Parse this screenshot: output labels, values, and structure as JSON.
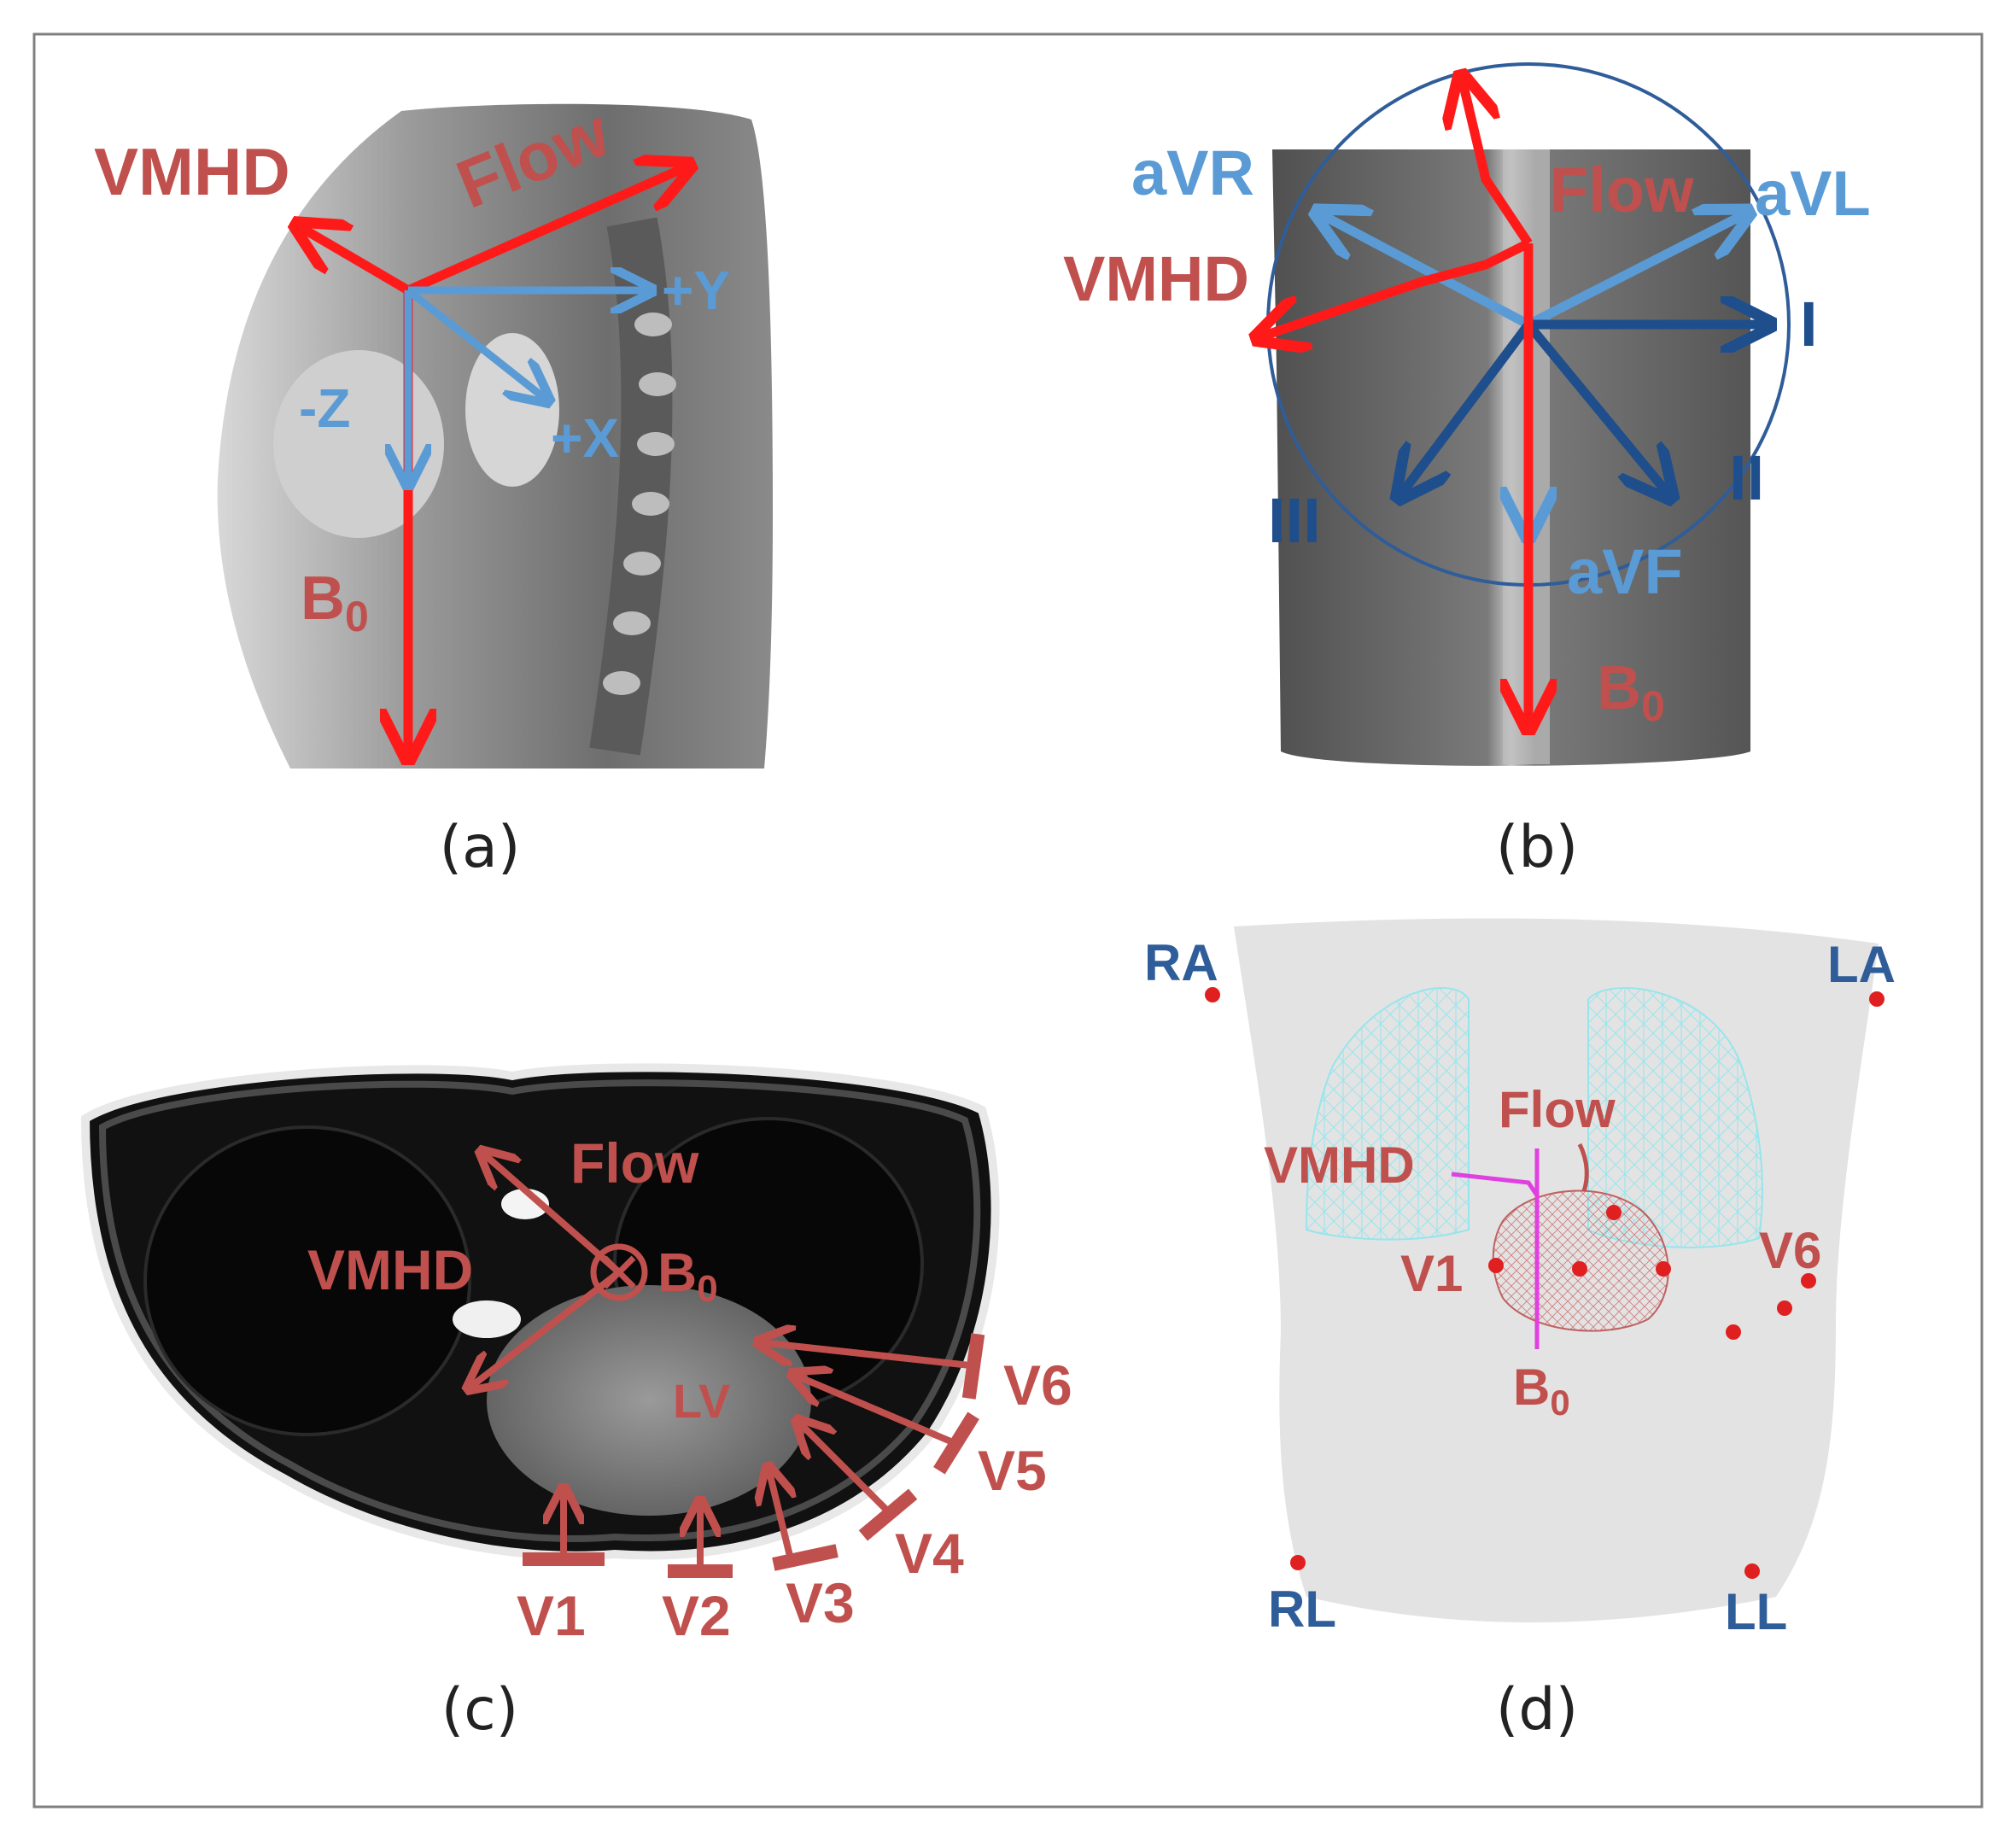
{
  "panels": {
    "a": {
      "caption": "(a)",
      "labels": {
        "vmhd": "VMHD",
        "flow": "Flow",
        "plus_y": "+Y",
        "minus_z": "-Z",
        "plus_x": "+X",
        "b0_main": "B",
        "b0_sub": "0"
      }
    },
    "b": {
      "caption": "(b)",
      "labels": {
        "avr": "aVR",
        "avl": "aVL",
        "flow": "Flow",
        "vmhd": "VMHD",
        "lead_i": "I",
        "lead_ii": "II",
        "lead_iii": "III",
        "avf": "aVF",
        "b0_main": "B",
        "b0_sub": "0"
      }
    },
    "c": {
      "caption": "(c)",
      "labels": {
        "flow": "Flow",
        "vmhd": "VMHD",
        "b0_main": "B",
        "b0_sub": "0",
        "lv": "LV",
        "v1": "V1",
        "v2": "V2",
        "v3": "V3",
        "v4": "V4",
        "v5": "V5",
        "v6": "V6"
      }
    },
    "d": {
      "caption": "(d)",
      "labels": {
        "ra": "RA",
        "la": "LA",
        "rl": "RL",
        "ll": "LL",
        "flow": "Flow",
        "vmhd": "VMHD",
        "v1": "V1",
        "v6": "V6",
        "b0_main": "B",
        "b0_sub": "0"
      }
    }
  },
  "colors": {
    "red_arrow": "#ff1a1a",
    "red_label": "#c0504d",
    "light_blue": "#5b9bd5",
    "dark_blue": "#1f4e8c",
    "electrode_red": "#e02020",
    "vector_magenta": "#e040e0",
    "lung_cyan": "#7fe0e8",
    "torso_gray": "#e3e3e3",
    "frame_gray": "#808080"
  }
}
